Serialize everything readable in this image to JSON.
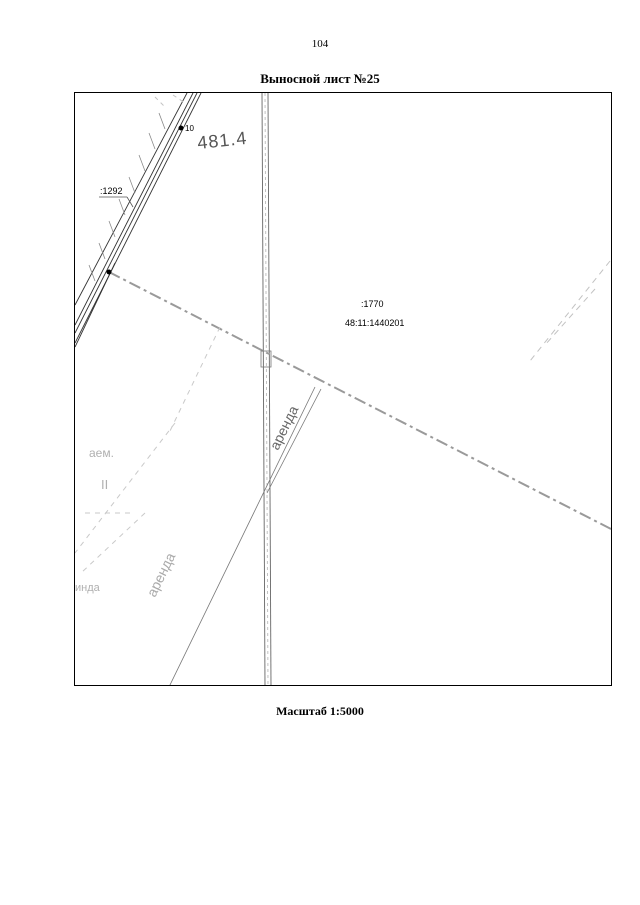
{
  "page": {
    "number": "104",
    "title": "Выносной лист №25",
    "scale": "Масштаб 1:5000"
  },
  "map": {
    "elevation": "481.4",
    "point_10": "10",
    "parcel_1292": ":1292",
    "parcel_1770": ":1770",
    "cadastral_number": "48:11:1440201",
    "lease_1": "аренда",
    "lease_2": "аренда",
    "faded_1": "аем.",
    "faded_2": "II",
    "faded_3": "инда",
    "colors": {
      "boundary_dashed": "#9a9a9a",
      "road_lines": "#333333",
      "faded_text": "#b0b0b0"
    }
  }
}
